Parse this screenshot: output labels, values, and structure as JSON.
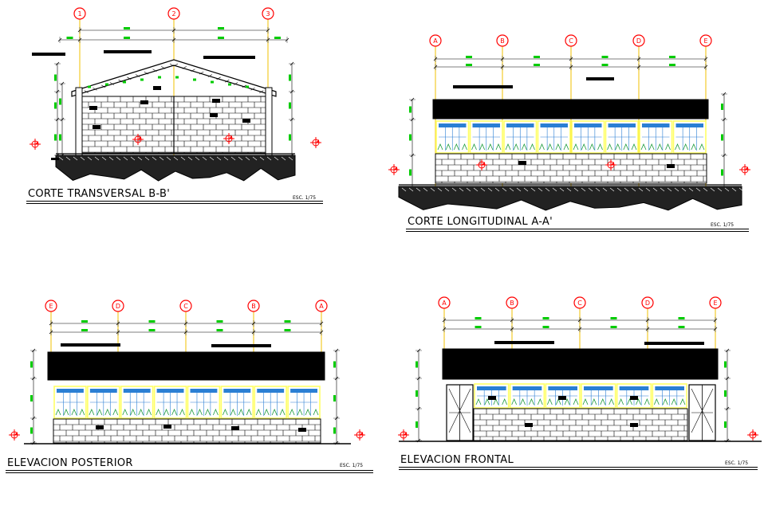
{
  "drawings": [
    {
      "id": "corte-transversal",
      "title": "CORTE TRANSVERSAL  B-B'",
      "scale": "ESC. 1/75",
      "axes": [
        "1",
        "2",
        "3"
      ]
    },
    {
      "id": "corte-longitudinal",
      "title": "CORTE LONGITUDINAL A-A'",
      "scale": "ESC. 1/75",
      "axes": [
        "A",
        "B",
        "C",
        "D",
        "E"
      ]
    },
    {
      "id": "elevacion-posterior",
      "title": "ELEVACION POSTERIOR",
      "scale": "ESC. 1/75",
      "axes": [
        "E",
        "D",
        "C",
        "B",
        "A"
      ]
    },
    {
      "id": "elevacion-frontal",
      "title": "ELEVACION FRONTAL",
      "scale": "ESC. 1/75",
      "axes": [
        "A",
        "B",
        "C",
        "D",
        "E"
      ]
    }
  ],
  "colors": {
    "ink": "#000000",
    "axis_bubble": "#ff0000",
    "axis_line": "#f2c200",
    "dimension": "#00cc00",
    "level_marker": "#ff0000",
    "window_frame": "#ffff66",
    "glass": "#2a7fd4",
    "brick": "#000000"
  }
}
